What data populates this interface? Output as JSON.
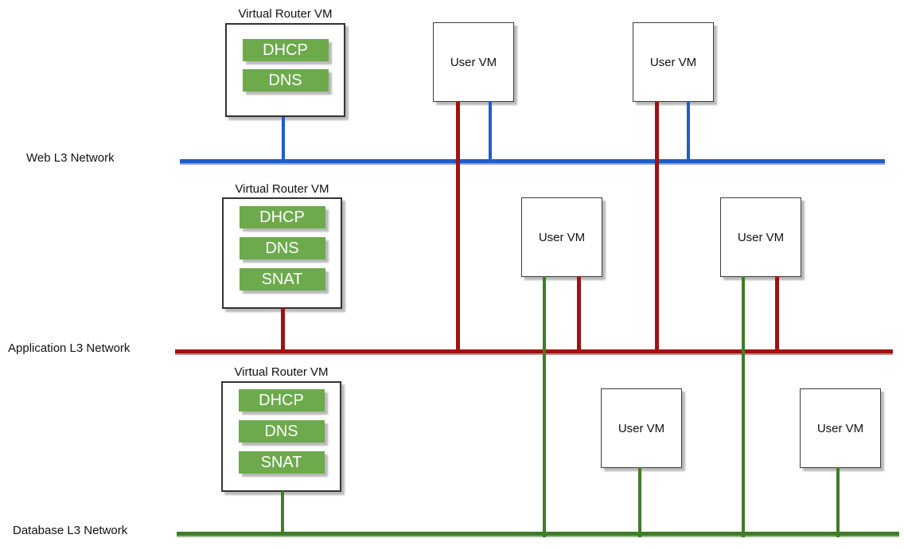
{
  "networks": [
    {
      "id": "web",
      "name": "Web L3 Network",
      "color": "#1e5ec8"
    },
    {
      "id": "app",
      "name": "Application L3 Network",
      "color": "#a01212"
    },
    {
      "id": "db",
      "name": "Database L3 Network",
      "color": "#3f7d28"
    }
  ],
  "routers": [
    {
      "title": "Virtual Router VM",
      "network": "web",
      "services": [
        "DHCP",
        "DNS"
      ]
    },
    {
      "title": "Virtual Router VM",
      "network": "app",
      "services": [
        "DHCP",
        "DNS",
        "SNAT"
      ]
    },
    {
      "title": "Virtual Router VM",
      "network": "db",
      "services": [
        "DHCP",
        "DNS",
        "SNAT"
      ]
    }
  ],
  "user_vms": [
    {
      "label": "User VM",
      "connections": [
        "web",
        "app"
      ]
    },
    {
      "label": "User VM",
      "connections": [
        "web",
        "app"
      ]
    },
    {
      "label": "User VM",
      "connections": [
        "app",
        "db"
      ]
    },
    {
      "label": "User VM",
      "connections": [
        "app",
        "db"
      ]
    },
    {
      "label": "User VM",
      "connections": [
        "db"
      ]
    },
    {
      "label": "User VM",
      "connections": [
        "db"
      ]
    }
  ],
  "colors": {
    "web_line": "#1e5ec8",
    "app_line": "#a01212",
    "db_line": "#3f7d28",
    "badge_green": "#6caa4c"
  }
}
